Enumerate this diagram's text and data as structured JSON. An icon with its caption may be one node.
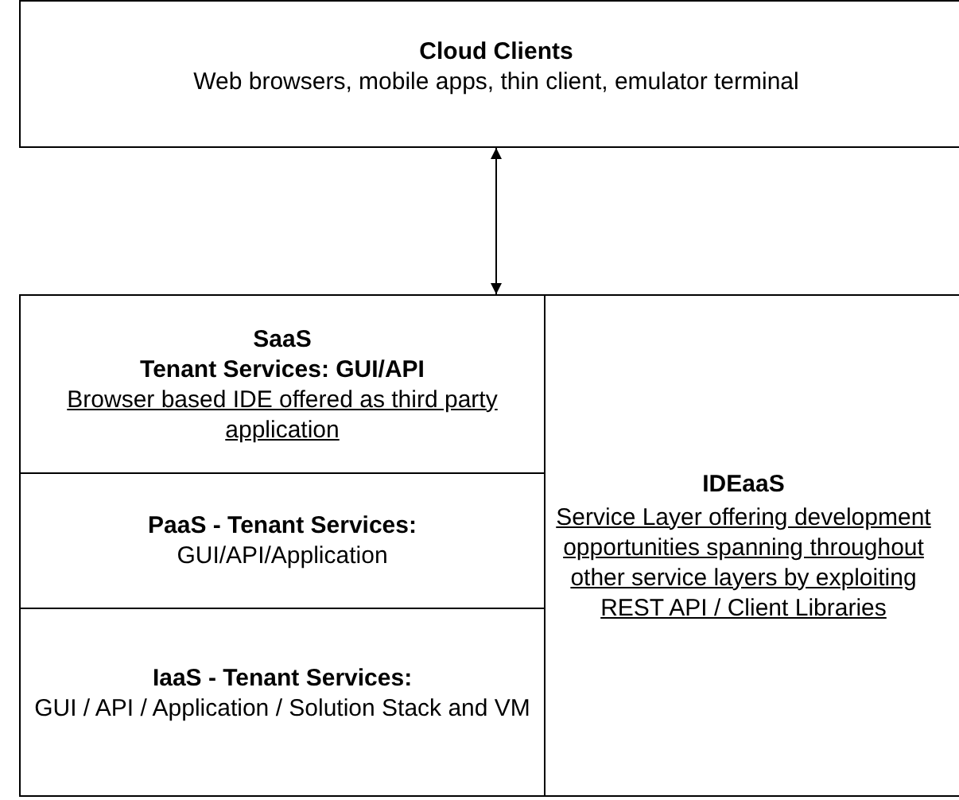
{
  "diagram": {
    "nodes": [
      {
        "text": [
          "Cloud Clients",
          "Web browsers, mobile apps, thin client, emulator terminal"
        ]
      },
      {
        "text": [
          "SaaS",
          "Tenant Services: GUI/API",
          "Browser based IDE offered as third party application"
        ]
      },
      {
        "text": [
          "PaaS - Tenant Services:",
          "GUI/API/Application"
        ]
      },
      {
        "text": [
          "IaaS - Tenant Services:",
          "GUI / API / Application / Solution Stack and VM"
        ]
      },
      {
        "text": [
          "IDEaaS",
          "Service Layer offering development opportunities spanning throughout other service layers by exploiting REST API / Client Libraries"
        ]
      }
    ],
    "edges": [
      {
        "from": 0,
        "to": 1,
        "arrow": "both"
      }
    ]
  }
}
